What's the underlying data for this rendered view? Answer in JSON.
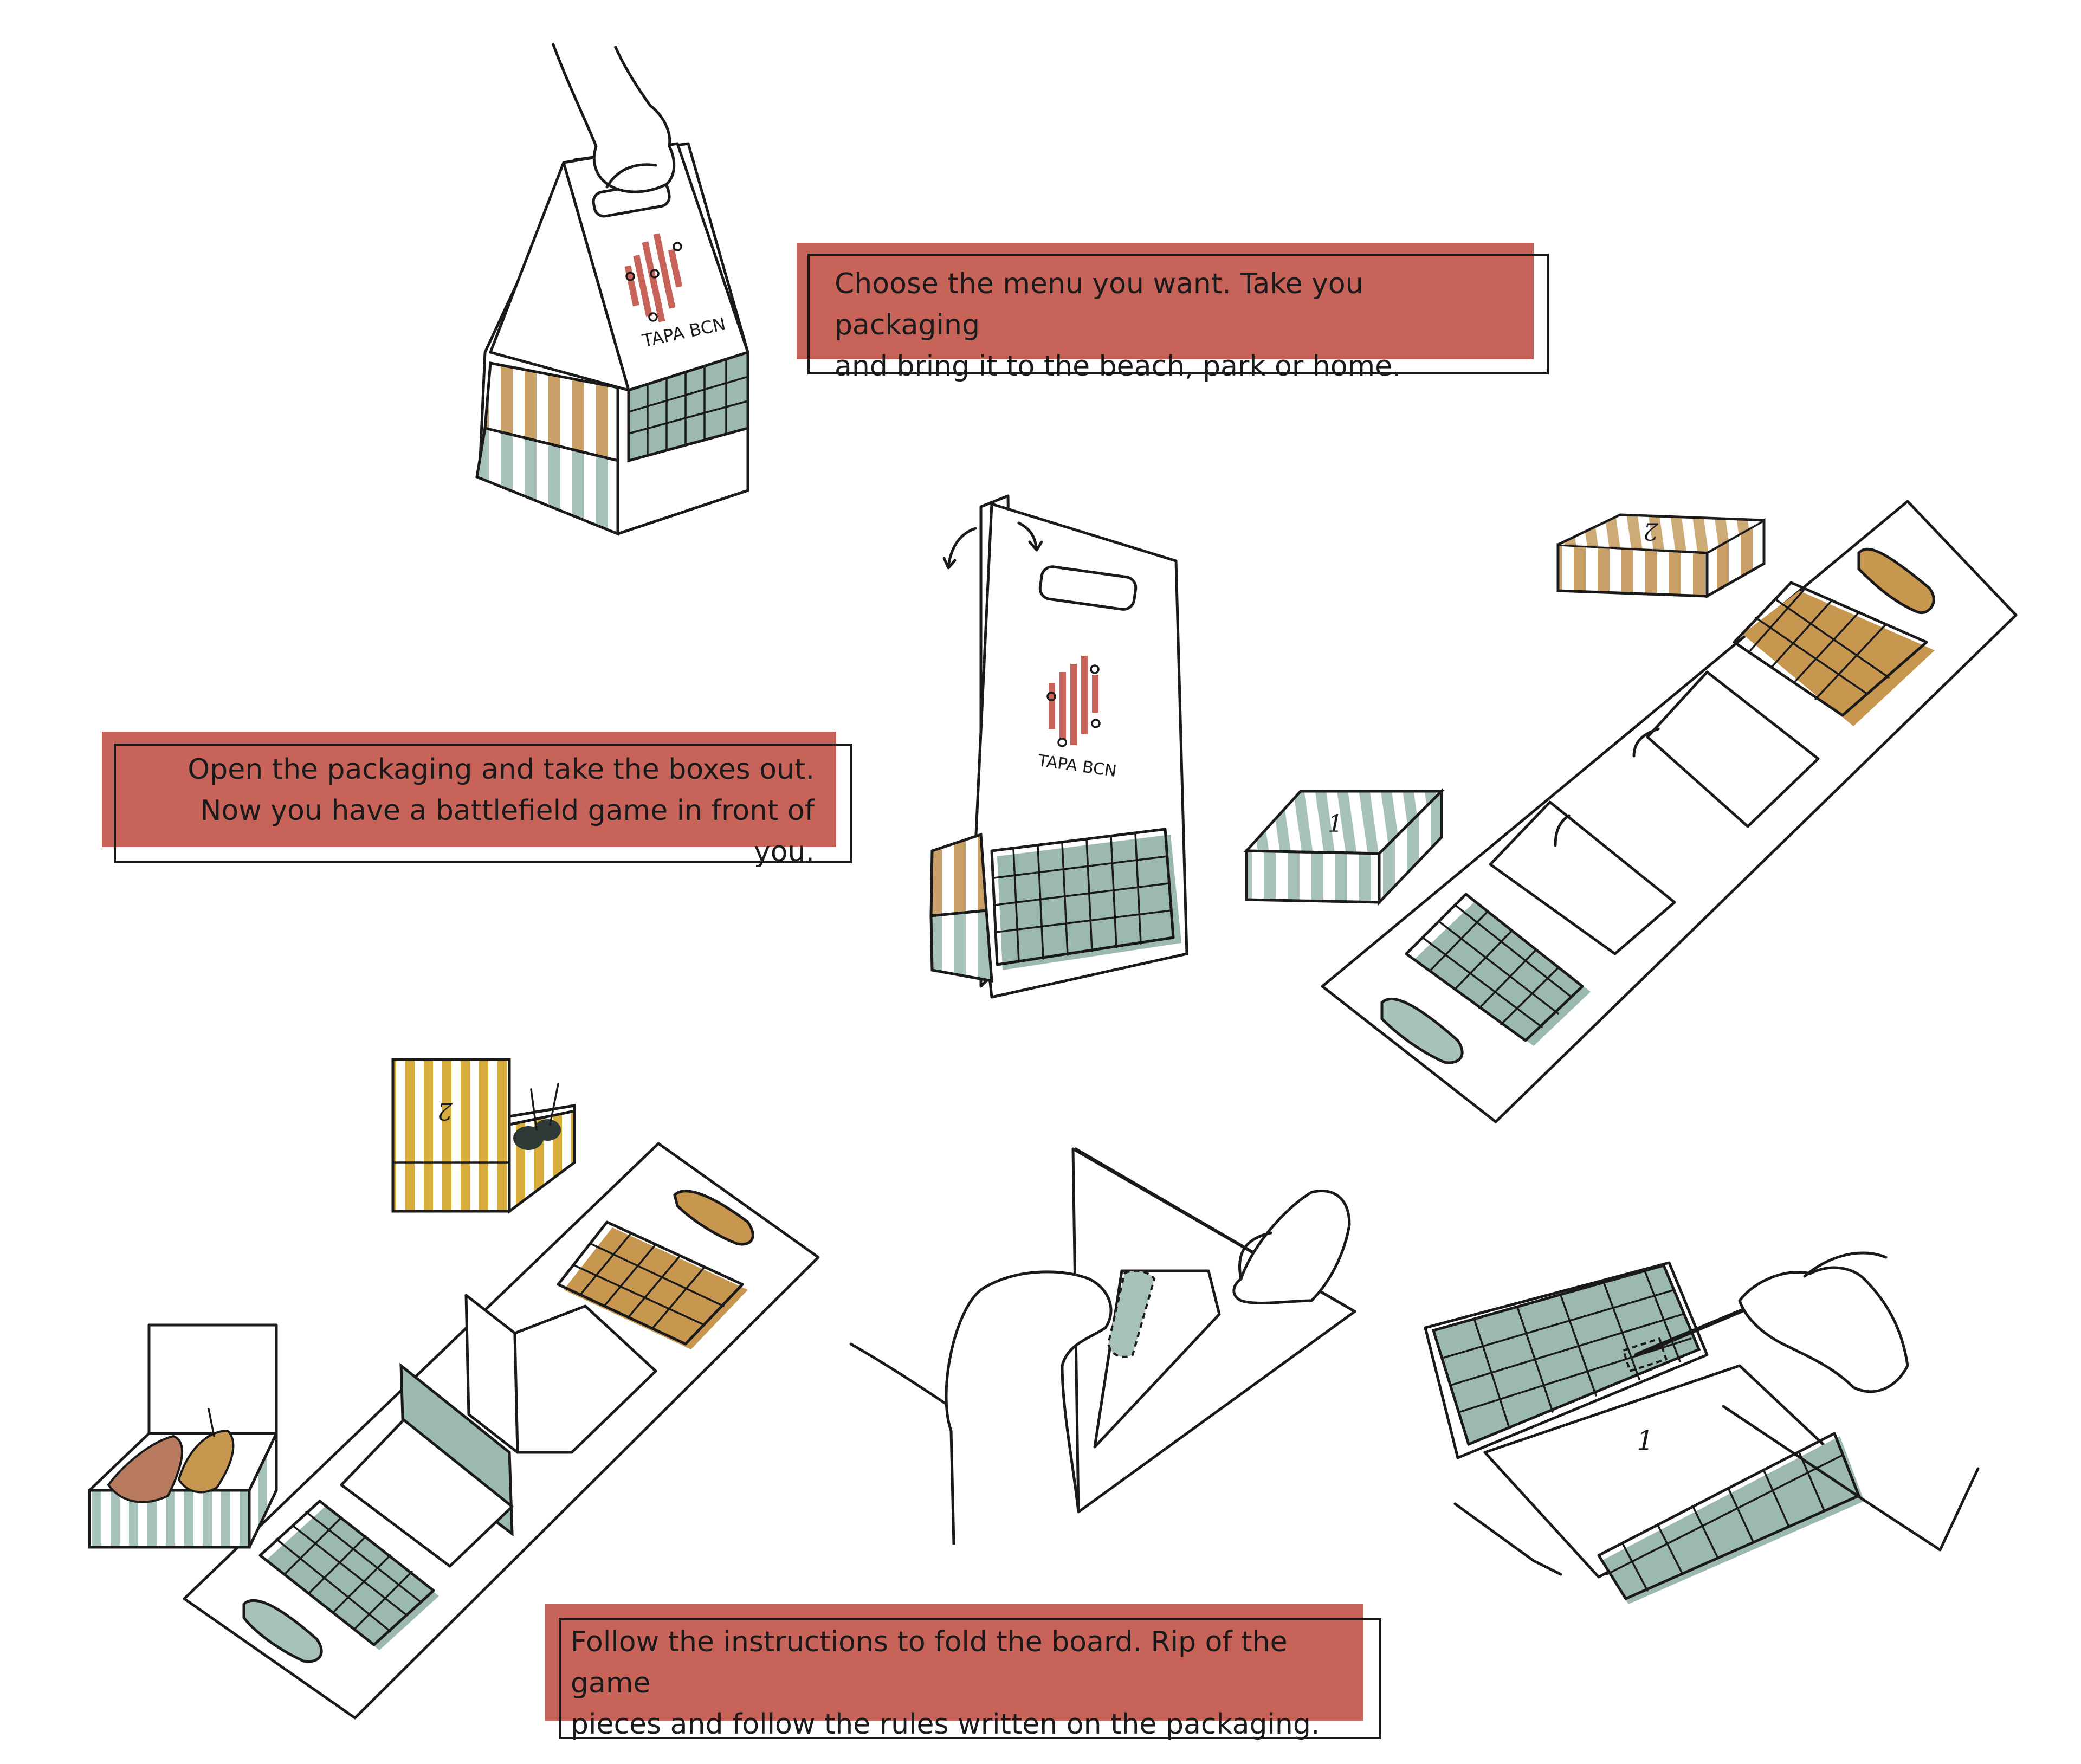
{
  "colors": {
    "accent_red": "#c8635a",
    "mustard": "#c9a068",
    "sage": "#a7c1bb",
    "board_sage": "#9bb8b1",
    "board_mustard": "#c8974f",
    "yellow_stripe": "#d6ad3c",
    "ink": "#1a1a1a"
  },
  "brand": {
    "name": "TAPA BCN"
  },
  "captions": {
    "step1": "Choose the menu you want. Take you packaging\nand bring it to the beach, park or home.",
    "step2": "Open the packaging and take the boxes out.\nNow you have a battlefield game in front of you.",
    "step3": "Follow the instructions to fold the board. Rip of the game\npieces and follow the rules written on the packaging."
  },
  "box_numbers": {
    "box_one": "1",
    "box_two": "2"
  },
  "icons": [
    "hand-icon",
    "fold-arrow-icon",
    "tweezer-icon"
  ]
}
